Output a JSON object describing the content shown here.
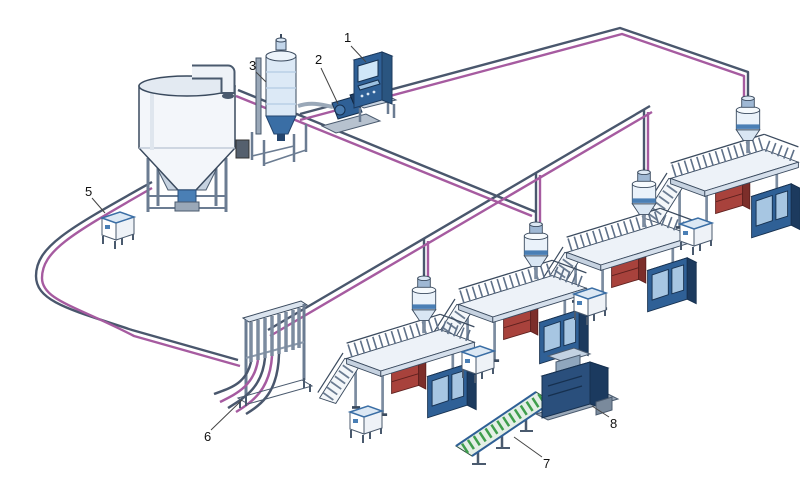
{
  "diagram": {
    "type": "isometric-plant-diagram",
    "background": "#ffffff",
    "colors": {
      "pipe_magenta": "#a65ba0",
      "pipe_dark": "#4a576d",
      "machine_blue": "#2f6096",
      "machine_blue_dark": "#1c3a5e",
      "panel_blue": "#a7c6e2",
      "filter_blue": "#3a6ea5",
      "red_unit": "#a8423c",
      "belt_green": "#3f9e4d",
      "steel_light": "#edf2f8",
      "outline": "#3a4a5e"
    },
    "callouts": [
      {
        "text": "1",
        "component": "control-cabinet"
      },
      {
        "text": "2",
        "component": "vacuum-pump"
      },
      {
        "text": "3",
        "component": "filter-receiver"
      },
      {
        "text": "5",
        "component": "hopper-station"
      },
      {
        "text": "6",
        "component": "distribution-manifold"
      },
      {
        "text": "7",
        "component": "belt-conveyor"
      },
      {
        "text": "8",
        "component": "granulator"
      }
    ]
  }
}
